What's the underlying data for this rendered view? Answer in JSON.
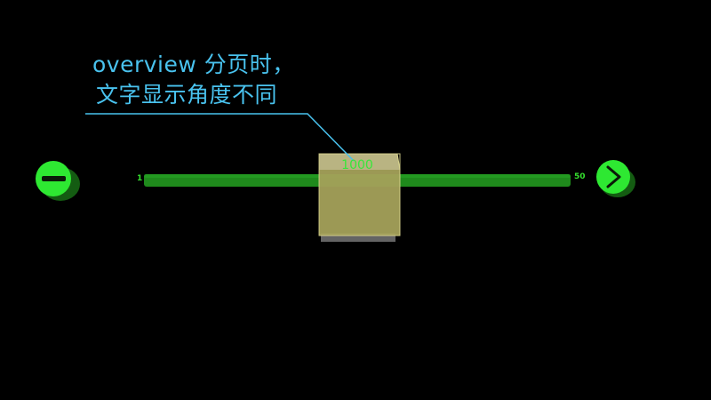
{
  "annotation": {
    "line1": "overview 分页时，",
    "line2": "文字显示角度不同",
    "color": "#49c2ee"
  },
  "slider": {
    "min_label": "1",
    "max_label": "50",
    "current_page": "1000",
    "track_color": "#1f8a1c",
    "thumb_color": "#c9c46a"
  },
  "buttons": {
    "prev_icon": "minus-icon",
    "next_icon": "chevron-right-icon",
    "color": "#2ee832"
  }
}
